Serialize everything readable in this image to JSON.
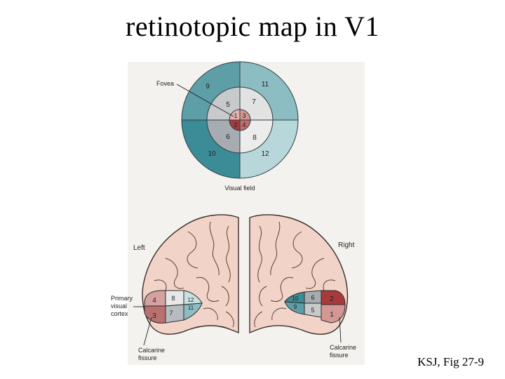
{
  "title": "retinotopic map in V1",
  "credit": "KSJ, Fig 27-9",
  "visual_field": {
    "fovea_label": "Fovea",
    "caption": "Visual field",
    "regions": [
      "1",
      "2",
      "3",
      "4",
      "5",
      "6",
      "7",
      "8",
      "9",
      "10",
      "11",
      "12"
    ]
  },
  "brain": {
    "left_label": "Left",
    "right_label": "Right",
    "primary_cortex_label": [
      "Primary",
      "visual",
      "cortex"
    ],
    "calcarine_left": [
      "Calcarine",
      "fissure"
    ],
    "calcarine_right": [
      "Calcarine",
      "fissure"
    ]
  },
  "colors": {
    "teal_dark": "#3b8c96",
    "teal_mid": "#7fb6bd",
    "teal_light": "#b7d7db",
    "gray_mid": "#a6acb2",
    "gray_light": "#d9dadb",
    "red_dark": "#a83a3c",
    "pink_mid": "#d6a1a1",
    "brain_pink": "#f2d3c8"
  }
}
